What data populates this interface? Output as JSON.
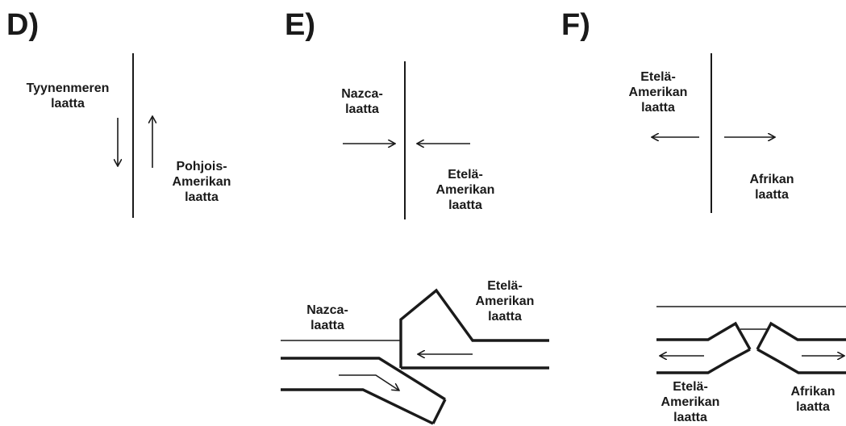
{
  "panels": {
    "D": {
      "title": "D)",
      "plate_left": [
        "Tyynenmeren",
        "laatta"
      ],
      "plate_right": [
        "Pohjois-",
        "Amerikan",
        "laatta"
      ]
    },
    "E": {
      "title": "E)",
      "plate_left": [
        "Nazca-",
        "laatta"
      ],
      "plate_right": [
        "Etelä-",
        "Amerikan",
        "laatta"
      ],
      "section_left": [
        "Nazca-",
        "laatta"
      ],
      "section_right": [
        "Etelä-",
        "Amerikan",
        "laatta"
      ]
    },
    "F": {
      "title": "F)",
      "plate_left": [
        "Etelä-",
        "Amerikan",
        "laatta"
      ],
      "plate_right": [
        "Afrikan",
        "laatta"
      ],
      "section_left": [
        "Etelä-",
        "Amerikan",
        "laatta"
      ],
      "section_right": [
        "Afrikan",
        "laatta"
      ]
    }
  }
}
